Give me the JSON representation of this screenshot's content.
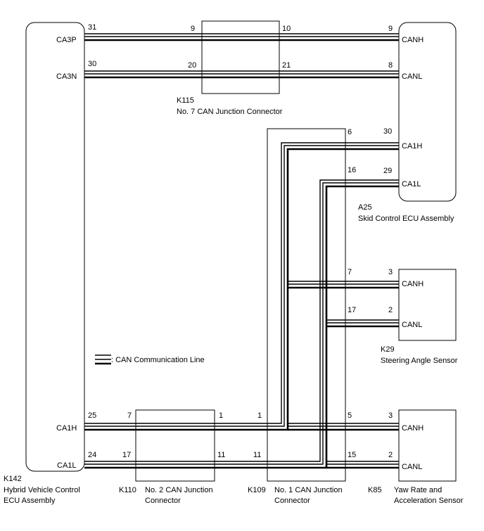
{
  "components": {
    "k142": {
      "code": "K142",
      "name_line1": "Hybrid Vehicle Control",
      "name_line2": "ECU Assembly",
      "pins": {
        "ca3p": "CA3P",
        "ca3n": "CA3N",
        "ca1h": "CA1H",
        "ca1l": "CA1L"
      },
      "pin_numbers": {
        "ca3p": "31",
        "ca3n": "30",
        "ca1h": "25",
        "ca1l": "24"
      }
    },
    "a25": {
      "code": "A25",
      "name": "Skid Control ECU Assembly",
      "pins": {
        "canh": "CANH",
        "canl": "CANL",
        "ca1h": "CA1H",
        "ca1l": "CA1L"
      },
      "pin_numbers": {
        "canh": "9",
        "canl": "8",
        "ca1h": "30",
        "ca1l": "29"
      }
    },
    "k29": {
      "code": "K29",
      "name": "Steering Angle Sensor",
      "pins": {
        "canh": "CANH",
        "canl": "CANL"
      },
      "pin_numbers": {
        "canh": "3",
        "canl": "2"
      }
    },
    "k85": {
      "code": "K85",
      "name_line1": "Yaw Rate and",
      "name_line2": "Acceleration Sensor",
      "pins": {
        "canh": "CANH",
        "canl": "CANL"
      },
      "pin_numbers": {
        "canh": "3",
        "canl": "2"
      }
    },
    "k115": {
      "code": "K115",
      "name": "No. 7 CAN Junction Connector",
      "pin_numbers": {
        "l1": "9",
        "r1": "10",
        "l2": "20",
        "r2": "21"
      }
    },
    "k110": {
      "code": "K110",
      "name_line1": "No. 2 CAN Junction",
      "name_line2": "Connector",
      "pin_numbers": {
        "l1": "7",
        "r1": "1",
        "l2": "17",
        "r2": "11"
      }
    },
    "k109": {
      "code": "K109",
      "name_line1": "No. 1 CAN Junction",
      "name_line2": "Connector",
      "pin_numbers": {
        "l1": "1",
        "l2": "11",
        "a25h": "6",
        "a25l": "16",
        "k29h": "7",
        "k29l": "17",
        "k85h": "5",
        "k85l": "15"
      }
    }
  },
  "legend": {
    "label": ": CAN Communication Line"
  }
}
